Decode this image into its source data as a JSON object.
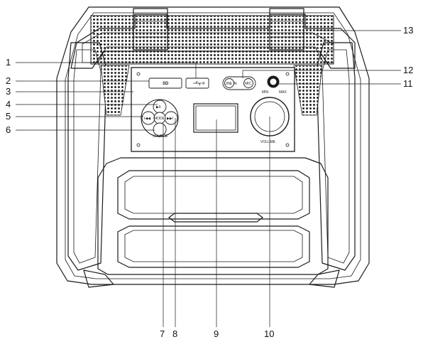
{
  "panel": {
    "sd_label": "SD",
    "usb_symbol": "⭠",
    "line_in_label": "LINE IN",
    "mic_label": "MIC",
    "min_label": "MIN",
    "max_label": "MAX",
    "volume_label": "VOLUME",
    "mode_label": "MODE",
    "source_label": "SOURCE",
    "play_pause_symbol": "▶II",
    "prev_symbol": "I◀◀",
    "next_symbol": "▶▶I"
  },
  "callouts": [
    {
      "label": "1"
    },
    {
      "label": "2"
    },
    {
      "label": "3"
    },
    {
      "label": "4"
    },
    {
      "label": "5"
    },
    {
      "label": "6"
    },
    {
      "label": "7"
    },
    {
      "label": "8"
    },
    {
      "label": "9"
    },
    {
      "label": "10"
    },
    {
      "label": "11"
    },
    {
      "label": "12"
    },
    {
      "label": "13"
    }
  ]
}
